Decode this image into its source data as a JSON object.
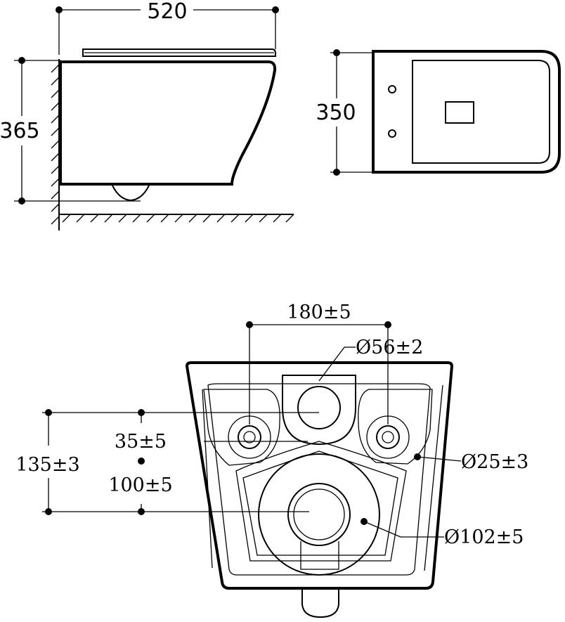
{
  "side_view": {
    "width_label": "520",
    "height_label": "365"
  },
  "top_view": {
    "depth_label": "350"
  },
  "rear_view": {
    "bolt_spacing_label": "180±5",
    "water_inlet_label": "Ø56±2",
    "fixing_hole_label": "Ø25±3",
    "drain_outlet_label": "Ø102±5",
    "total_height_label": "135±3",
    "upper_offset_label": "35±5",
    "lower_offset_label": "100±5"
  }
}
